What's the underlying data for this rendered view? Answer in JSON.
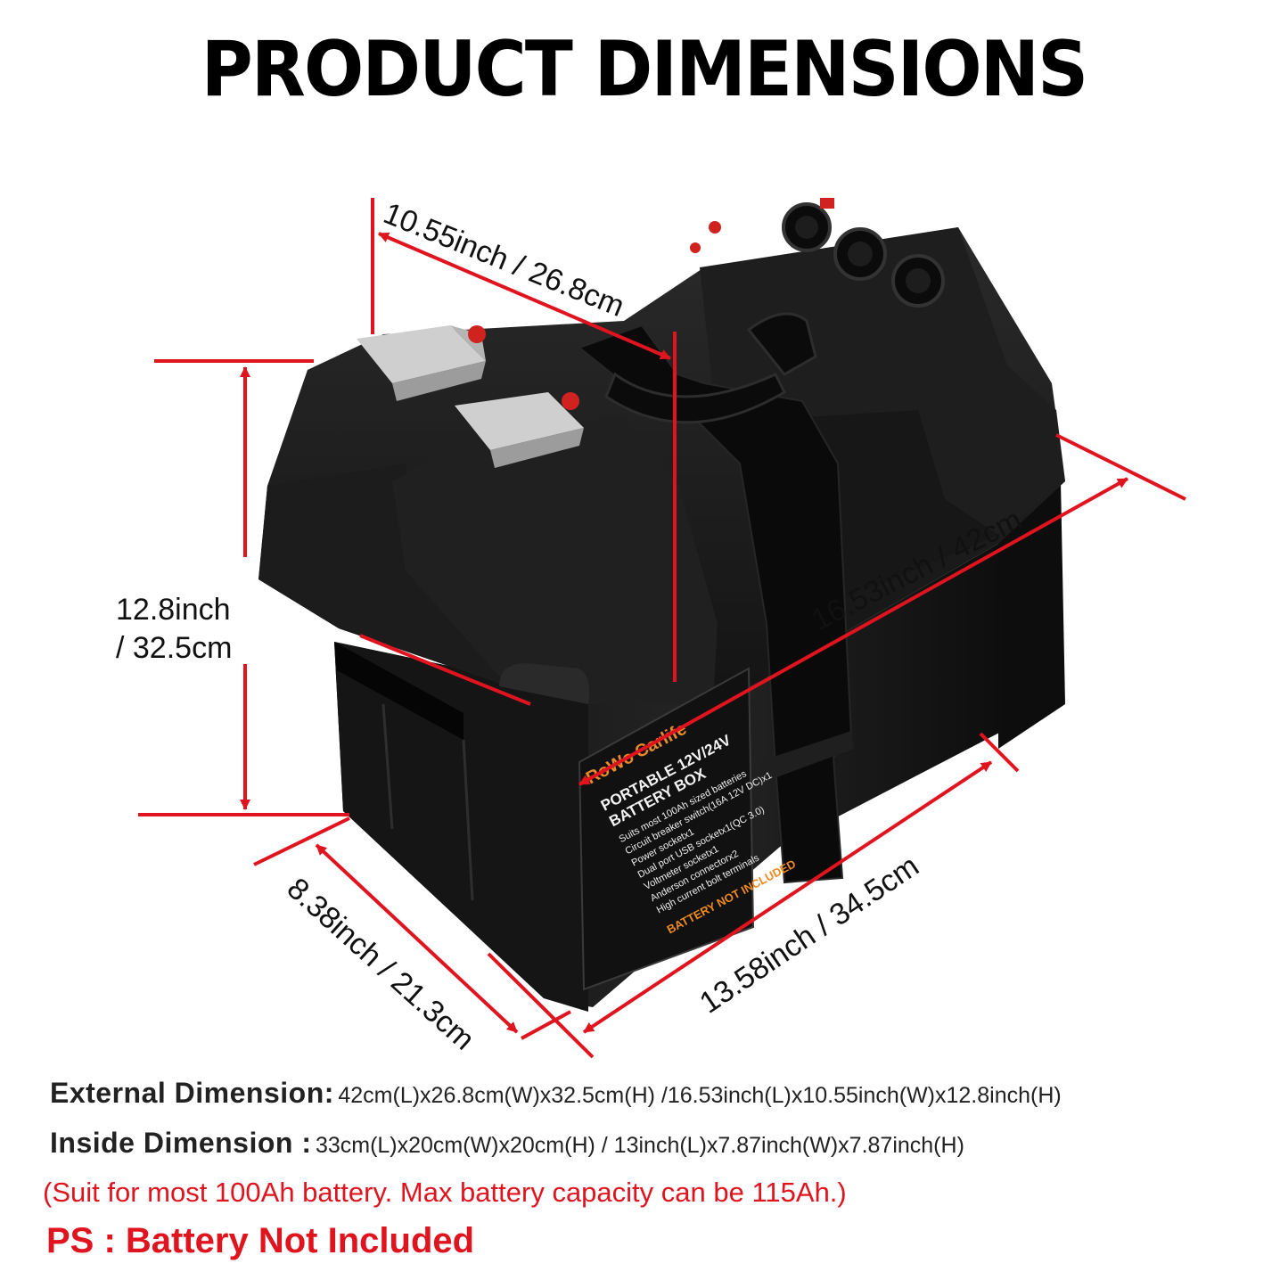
{
  "title": "PRODUCT DIMENSIONS",
  "dimensions": {
    "width_top": "10.55inch / 26.8cm",
    "height_line1": "12.8inch",
    "height_line2": "/ 32.5cm",
    "length_diag": "16.53inch / 42cm",
    "depth_bottom": "8.38inch / 21.3cm",
    "length_bottom": "13.58inch / 34.5cm"
  },
  "label": {
    "brand": "Carlife",
    "logo_letters": "RoWo",
    "heading_1": "PORTABLE 12V/24V",
    "heading_2": "BATTERY BOX",
    "features": [
      "Suits most 100Ah sized batteries",
      "Circuit breaker switch(16A 12V DC)x1",
      "Power socketx1",
      "Dual port USB socketx1(QC 3.0)",
      "Voltmeter socketx1",
      "Anderson connectorx2",
      "High current bolt terminals"
    ],
    "warning": "BATTERY NOT INCLUDED"
  },
  "specs": {
    "external_label": "External Dimension:",
    "external_value": "42cm(L)x26.8cm(W)x32.5cm(H) /16.53inch(L)x10.55inch(W)x12.8inch(H)",
    "inside_label": "Inside Dimension :",
    "inside_value": "33cm(L)x20cm(W)x20cm(H) / 13inch(L)x7.87inch(W)x7.87inch(H)",
    "suit_note": "(Suit for most 100Ah battery. Max battery capacity can be 115Ah.)",
    "ps_note": "PS : Battery Not Included"
  },
  "colors": {
    "accent_red": "#e0141e",
    "box_black": "#1a1a1a",
    "connector_grey": "#c8c8c8",
    "label_orange": "#e88a2a"
  }
}
